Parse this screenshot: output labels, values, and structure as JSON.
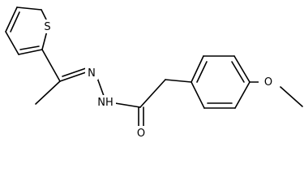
{
  "molecule": {
    "atoms": {
      "sulfur": "S",
      "imine_nitrogen": "N",
      "amide_nitrogen": "NH",
      "carbonyl_oxygen": "O",
      "ether_oxygen": "O"
    }
  },
  "colors": {
    "bond": "#000000",
    "label": "#000000",
    "background": "#ffffff"
  }
}
